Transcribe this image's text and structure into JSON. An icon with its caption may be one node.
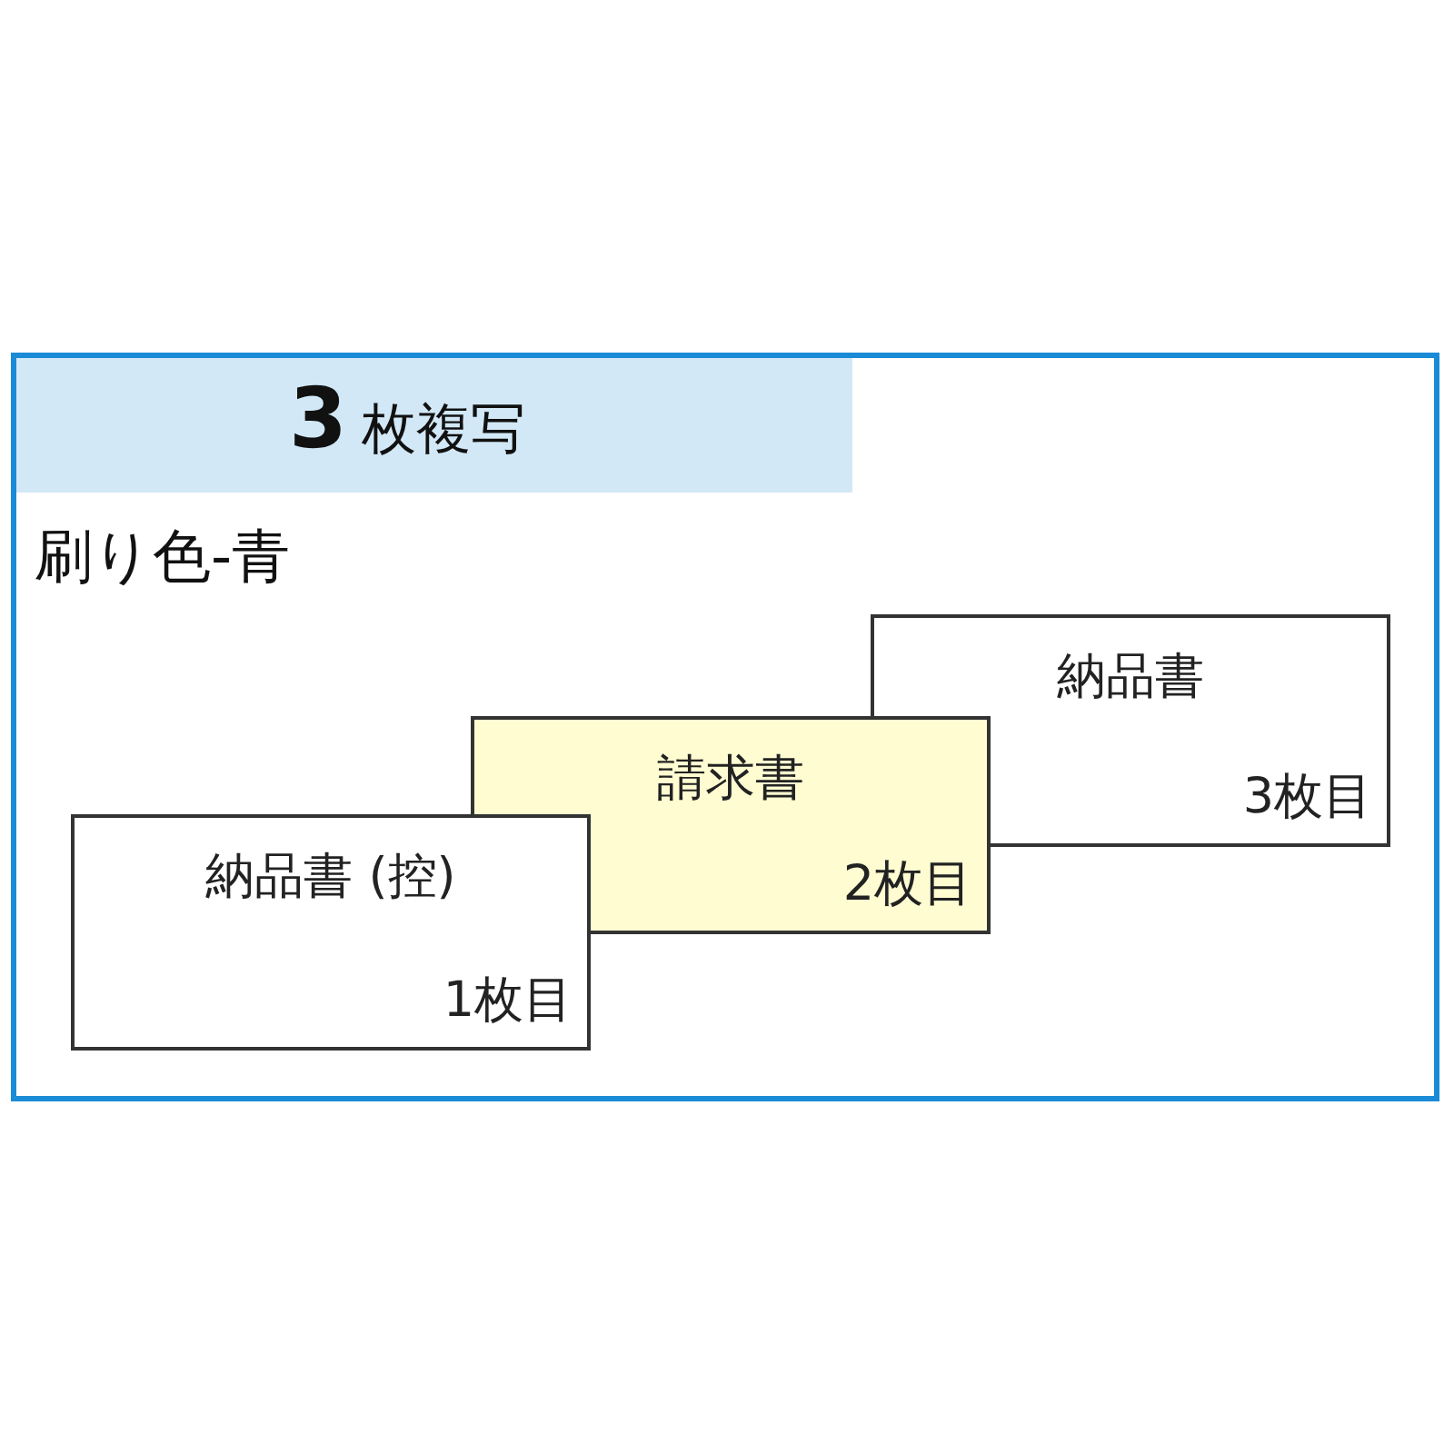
{
  "diagram": {
    "nodes": [
      {
        "text": [],
        "shape": "box"
      },
      {
        "text": [
          "3枚複写"
        ],
        "in": 0
      },
      {
        "text": [
          "納品書",
          "3枚目"
        ],
        "in": 0
      },
      {
        "text": [
          "請求書",
          "2枚目"
        ],
        "in": 0
      },
      {
        "text": [
          "納品書 (控)",
          "1枚目"
        ],
        "in": 0
      }
    ],
    "labels": [
      "刷り色-青"
    ]
  }
}
